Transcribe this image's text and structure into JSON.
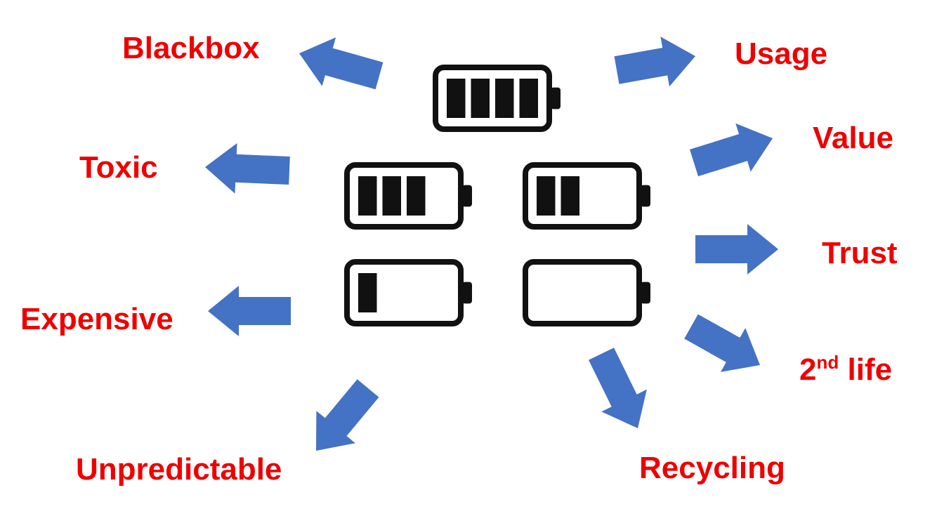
{
  "colors": {
    "label": "#ee0000",
    "arrow": "#4472c4",
    "battery": "#111111",
    "background": "#ffffff"
  },
  "labels": {
    "blackbox": "Blackbox",
    "toxic": "Toxic",
    "expensive": "Expensive",
    "unpredictable": "Unpredictable",
    "usage": "Usage",
    "value": "Value",
    "trust": "Trust",
    "second_life_num": "2",
    "second_life_sup": "nd",
    "second_life_word": " life",
    "recycling": "Recycling"
  },
  "batteries": {
    "full": {
      "charge_bars": 4,
      "capacity_bars": 4
    },
    "high": {
      "charge_bars": 3,
      "capacity_bars": 4
    },
    "medium": {
      "charge_bars": 2,
      "capacity_bars": 4
    },
    "low": {
      "charge_bars": 1,
      "capacity_bars": 4
    },
    "empty": {
      "charge_bars": 0,
      "capacity_bars": 4
    }
  }
}
